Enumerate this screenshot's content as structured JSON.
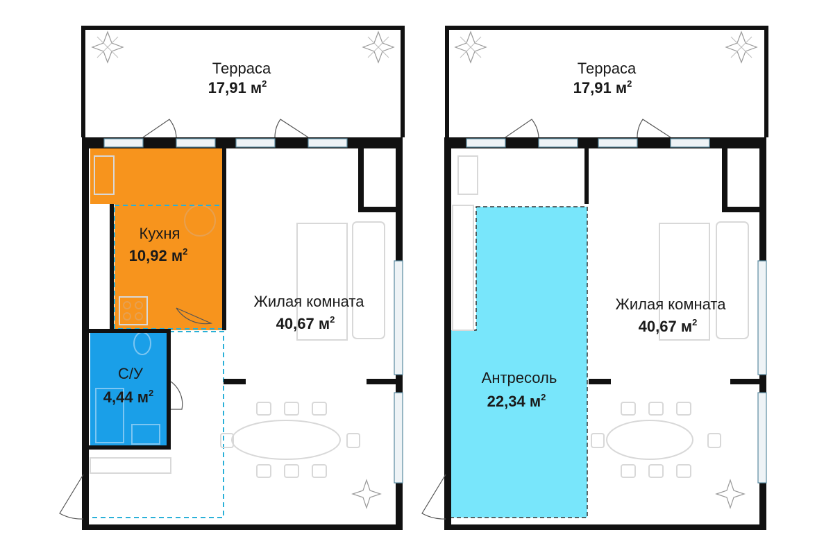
{
  "plans": [
    {
      "rooms": {
        "terrace": {
          "name": "Терраса",
          "area": "17,91 м",
          "sup": "2"
        },
        "kitchen": {
          "name": "Кухня",
          "area": "10,92 м",
          "sup": "2"
        },
        "living": {
          "name": "Жилая комната",
          "area": "40,67 м",
          "sup": "2"
        },
        "bath": {
          "name": "С/У",
          "area": "4,44 м",
          "sup": "2"
        }
      }
    },
    {
      "rooms": {
        "terrace": {
          "name": "Терраса",
          "area": "17,91 м",
          "sup": "2"
        },
        "living": {
          "name": "Жилая комната",
          "area": "40,67 м",
          "sup": "2"
        },
        "mezzanine": {
          "name": "Антресоль",
          "area": "22,34 м",
          "sup": "2"
        }
      }
    }
  ],
  "colors": {
    "kitchen": "#f7941d",
    "bath": "#1a9fe8",
    "mezzanine": "#78e6fb",
    "dashed": "#2ab0d8",
    "wall": "#111111"
  }
}
